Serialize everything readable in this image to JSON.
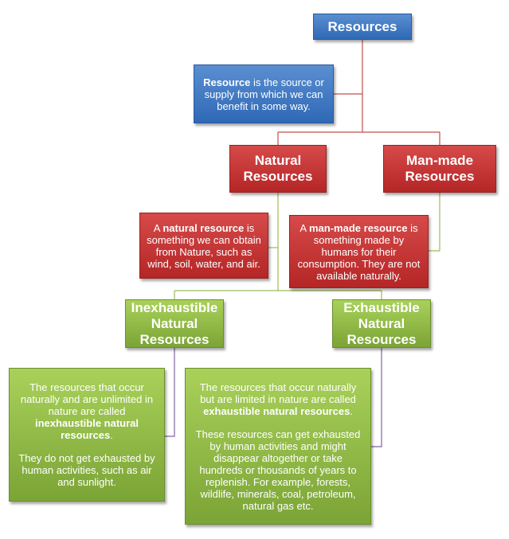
{
  "root": {
    "title": "Resources"
  },
  "definition": {
    "term": "Resource",
    "rest": " is the source or supply from which we can benefit in some way."
  },
  "natural": {
    "title_line1": "Natural",
    "title_line2": "Resources",
    "desc_pre": "A ",
    "desc_term": "natural resource",
    "desc_post": " is something we can obtain from Nature, such as wind, soil, water, and air."
  },
  "manmade": {
    "title_line1": "Man-made",
    "title_line2": "Resources",
    "desc_pre": "A ",
    "desc_term": "man-made resource",
    "desc_post": " is something made by humans for their consumption. They are not available naturally."
  },
  "inexhaustible": {
    "title_line1": "Inexhaustible",
    "title_line2": "Natural",
    "title_line3": "Resources",
    "desc1_pre": "The resources that occur naturally and are unlimited in nature are called ",
    "desc1_term": "inexhaustible natural resources",
    "desc1_post": ".",
    "desc2": "They do not get exhausted by human activities, such as air and sunlight."
  },
  "exhaustible": {
    "title_line1": "Exhaustible",
    "title_line2": "Natural",
    "title_line3": "Resources",
    "desc1_pre": "The resources that occur naturally but are limited in nature are called ",
    "desc1_term": "exhaustible natural resources",
    "desc1_post": ".",
    "desc2": "These resources can get exhausted by human activities and might disappear altogether or take hundreds or thousands of years to replenish. For example, forests, wildlife, minerals, coal, petroleum, natural gas etc."
  },
  "colors": {
    "blue": "#3d78c2",
    "red": "#c43333",
    "green": "#8db843",
    "connector_red": "#c0504d",
    "connector_purple": "#8064a2"
  }
}
